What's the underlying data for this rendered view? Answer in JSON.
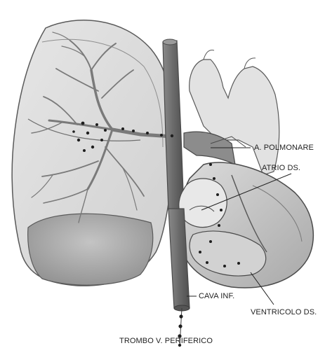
{
  "labels": {
    "pulmonary_artery": "A. POLMONARE",
    "right_atrium": "ATRIO DS.",
    "inferior_vena_cava": "CAVA INF.",
    "right_ventricle": "VENTRICOLO DS.",
    "peripheral_thrombus": "TROMBO V. PERIFERICO"
  },
  "colors": {
    "tissue": "#d9d9d9",
    "tissue_dark": "#a9a9a9",
    "outline": "#5a5a5a",
    "vessel": "#7a7a7a",
    "vena_cava": "#6b6b6b",
    "heart": "#c8c8c8",
    "thrombus": "#1e1e1e"
  }
}
